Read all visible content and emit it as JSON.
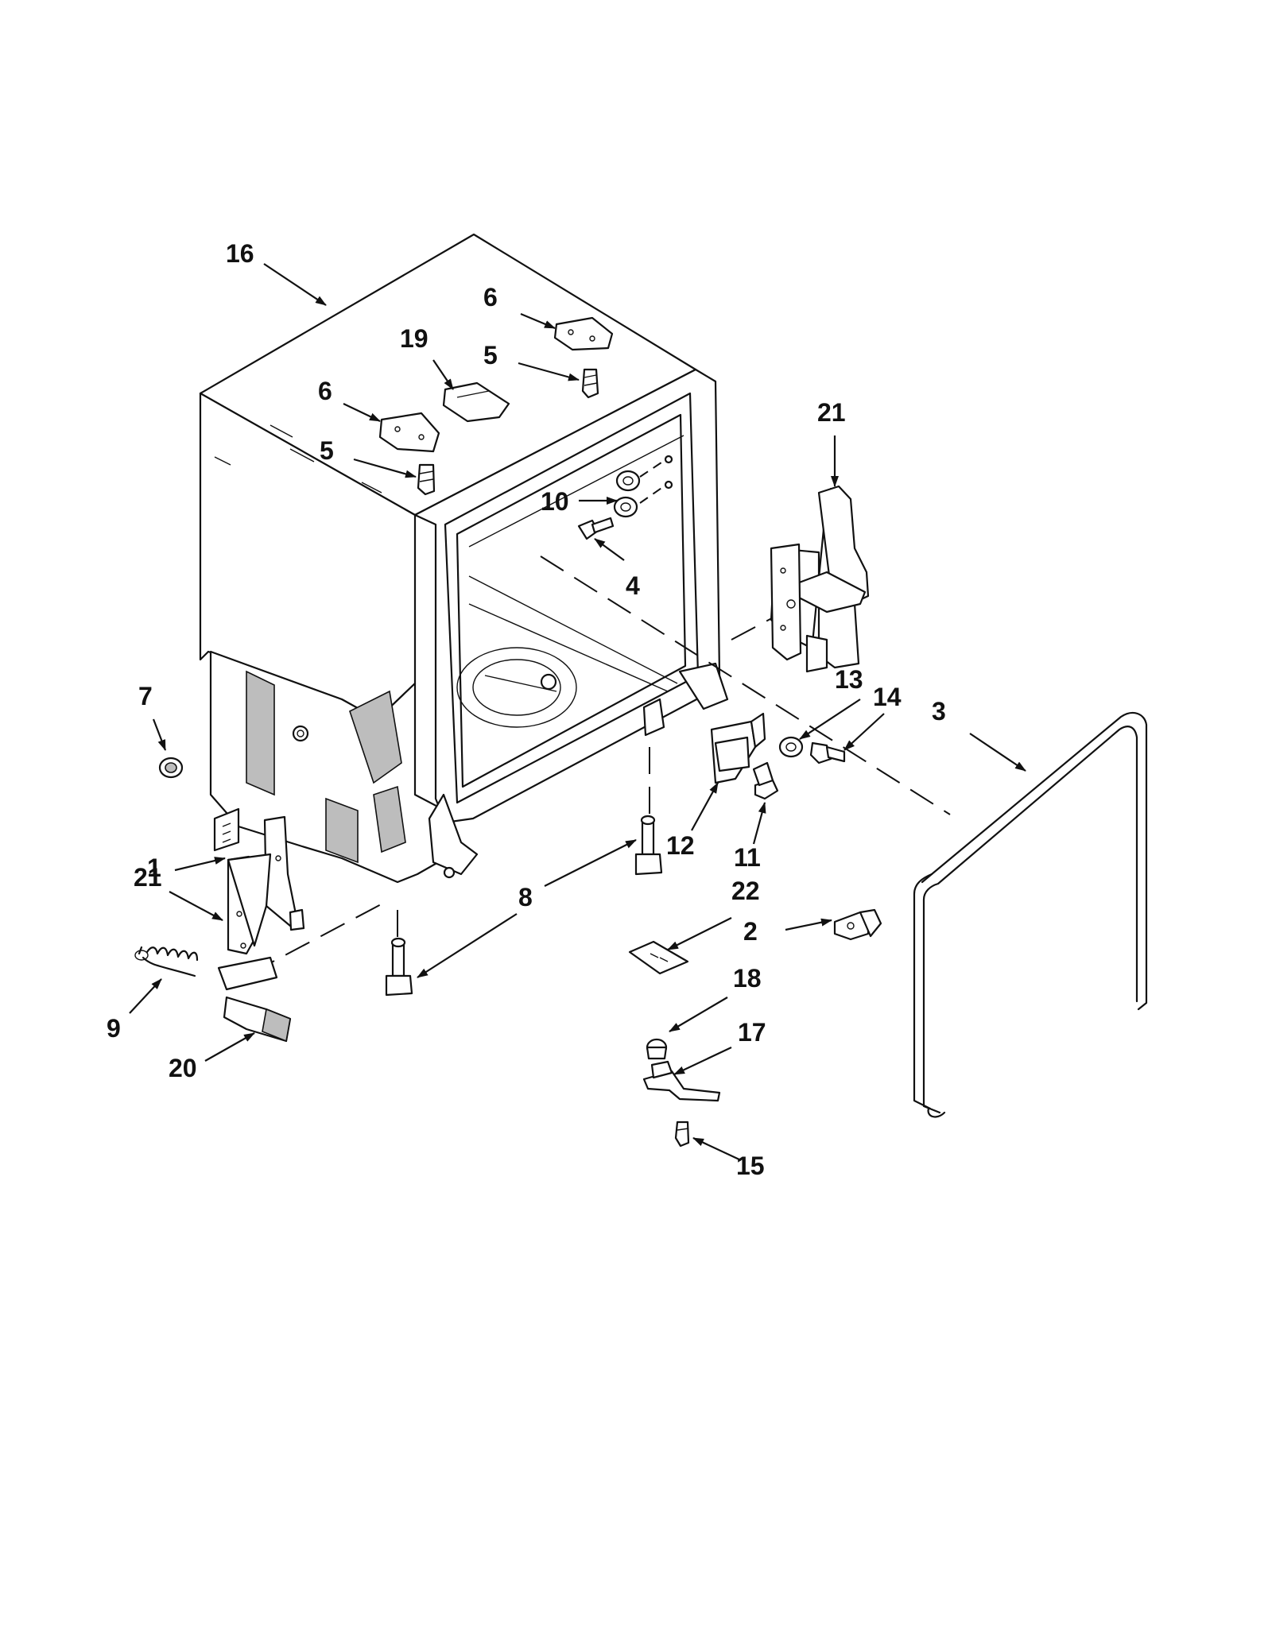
{
  "callouts": [
    {
      "id": "c16a",
      "label": "16"
    },
    {
      "id": "c6a",
      "label": "6"
    },
    {
      "id": "c19",
      "label": "19"
    },
    {
      "id": "c5a",
      "label": "5"
    },
    {
      "id": "c6b",
      "label": "6"
    },
    {
      "id": "c5b",
      "label": "5"
    },
    {
      "id": "c21a",
      "label": "21"
    },
    {
      "id": "c10",
      "label": "10"
    },
    {
      "id": "c4",
      "label": "4"
    },
    {
      "id": "c7",
      "label": "7"
    },
    {
      "id": "c13",
      "label": "13"
    },
    {
      "id": "c14",
      "label": "14"
    },
    {
      "id": "c3",
      "label": "3"
    },
    {
      "id": "c1",
      "label": "1"
    },
    {
      "id": "c12",
      "label": "12"
    },
    {
      "id": "c11",
      "label": "11"
    },
    {
      "id": "c21b",
      "label": "21"
    },
    {
      "id": "c8",
      "label": "8"
    },
    {
      "id": "c22",
      "label": "22"
    },
    {
      "id": "c2",
      "label": "2"
    },
    {
      "id": "c9",
      "label": "9"
    },
    {
      "id": "c18",
      "label": "18"
    },
    {
      "id": "c17",
      "label": "17"
    },
    {
      "id": "c20",
      "label": "20"
    },
    {
      "id": "c15",
      "label": "15"
    }
  ]
}
